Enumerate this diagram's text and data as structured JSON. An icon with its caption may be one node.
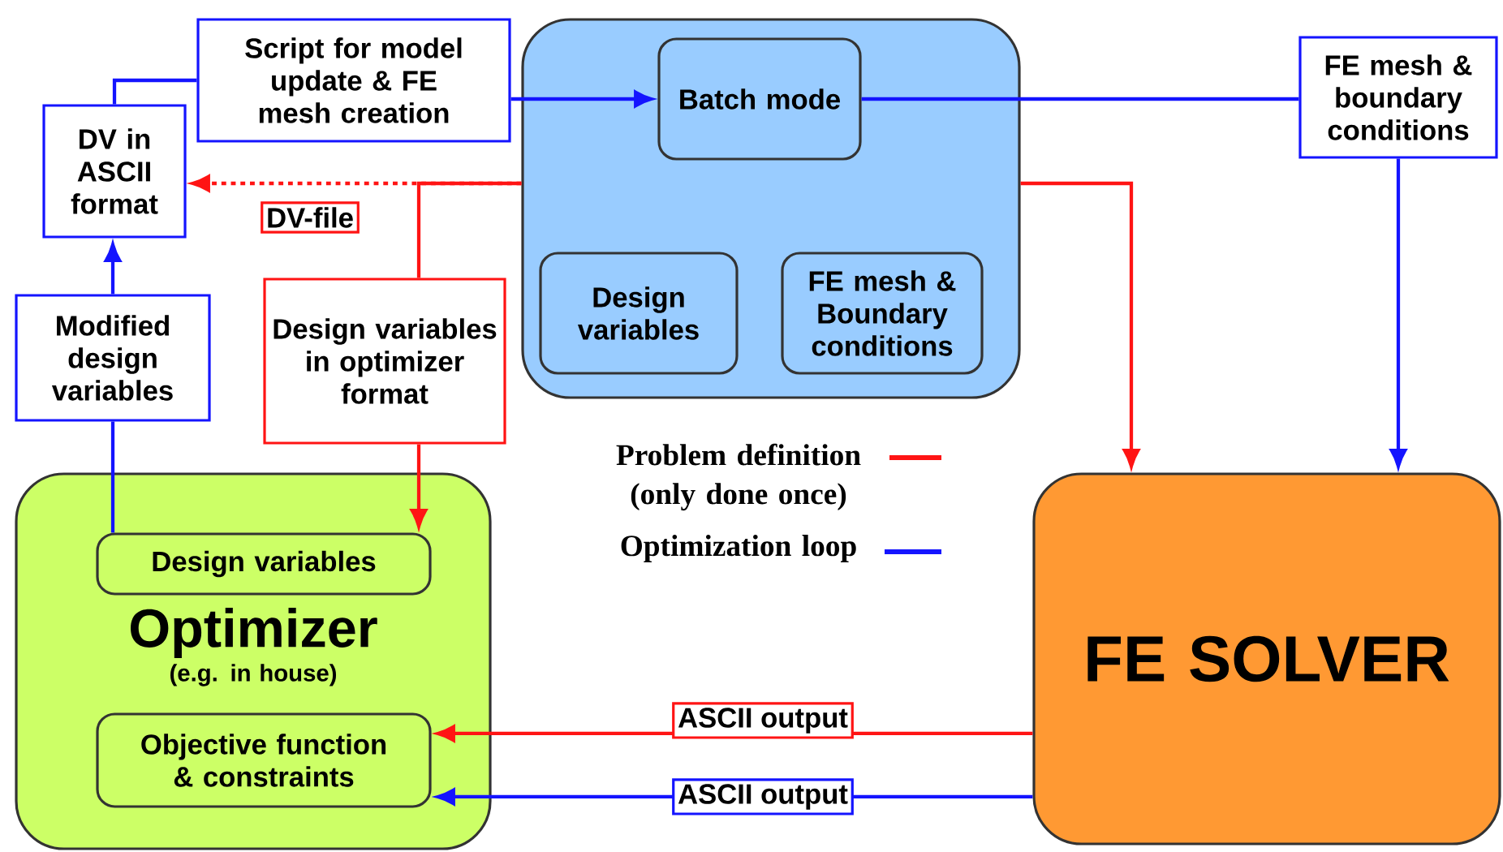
{
  "diagram": {
    "nodes": [
      {
        "text": [],
        "shape": "box"
      },
      {
        "text": [
          "Batch mode"
        ],
        "in": 0
      },
      {
        "text": [
          "Design variables"
        ],
        "in": 0
      },
      {
        "text": [
          "FE mesh & Boundary conditions"
        ],
        "in": 0
      },
      {
        "text": [
          "Script for model update & FE mesh creation"
        ]
      },
      {
        "text": [
          "DV in ASCII format"
        ]
      },
      {
        "text": [
          "Modified design variables"
        ]
      },
      {
        "text": [
          "Design variables in optimizer format"
        ]
      },
      {
        "text": [
          "FE mesh & boundary conditions"
        ]
      },
      {
        "text": [
          "Optimizer",
          "(e.g. in house)"
        ]
      },
      {
        "text": [
          "Design variables"
        ],
        "in": 9
      },
      {
        "text": [
          "Objective function & constraints"
        ],
        "in": 9
      },
      {
        "text": [
          "FE SOLVER"
        ]
      }
    ],
    "edges": [
      {
        "from": 5,
        "to": 4,
        "arrow": "none",
        "color": "#1414ff"
      },
      {
        "from": 4,
        "to": 1,
        "arrow": "to",
        "color": "#1414ff"
      },
      {
        "from": 1,
        "to": 8,
        "arrow": "none",
        "color": "#1414ff"
      },
      {
        "from": 8,
        "to": 12,
        "arrow": "to",
        "color": "#1414ff"
      },
      {
        "from": 0,
        "to": 5,
        "arrow": "to",
        "label": "DV-file",
        "style": "dashed",
        "color": "#ff1414"
      },
      {
        "from": 0,
        "to": 7,
        "arrow": "none",
        "color": "#ff1414"
      },
      {
        "from": 7,
        "to": 10,
        "arrow": "to",
        "color": "#ff1414"
      },
      {
        "from": 0,
        "to": 12,
        "arrow": "to",
        "color": "#ff1414"
      },
      {
        "from": 6,
        "to": 5,
        "arrow": "to",
        "color": "#1414ff"
      },
      {
        "from": 10,
        "to": 6,
        "arrow": "none",
        "color": "#1414ff"
      },
      {
        "from": 12,
        "to": 11,
        "arrow": "to",
        "label": "ASCII output",
        "color": "#ff1414"
      },
      {
        "from": 12,
        "to": 11,
        "arrow": "to",
        "label": "ASCII output",
        "color": "#1414ff"
      }
    ],
    "legend": [
      {
        "text": "Problem definition (only done once)"
      },
      {
        "text": "Optimization loop"
      }
    ]
  }
}
